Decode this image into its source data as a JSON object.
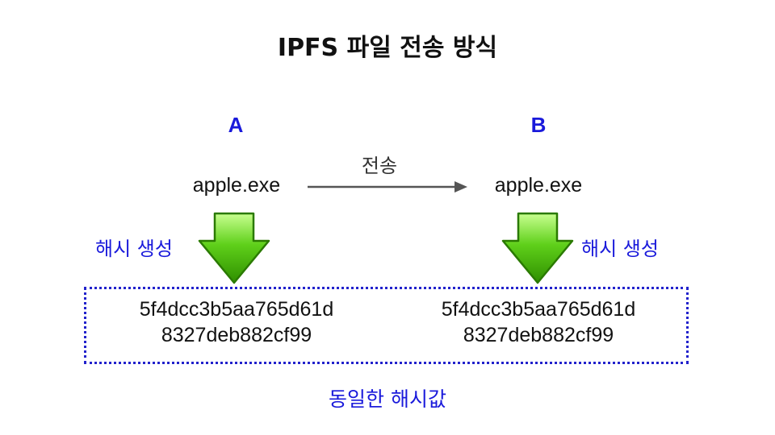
{
  "title": "IPFS 파일 전송 방식",
  "node_a": {
    "label": "A",
    "file": "apple.exe",
    "hash_label": "해시 생성",
    "hash_line1": "5f4dcc3b5aa765d61d",
    "hash_line2": "8327deb882cf99"
  },
  "node_b": {
    "label": "B",
    "file": "apple.exe",
    "hash_label": "해시 생성",
    "hash_line1": "5f4dcc3b5aa765d61d",
    "hash_line2": "8327deb882cf99"
  },
  "transfer_label": "전송",
  "same_hash_label": "동일한 해시값",
  "colors": {
    "accent_blue": "#1a1adb",
    "arrow_green": "#33aa00",
    "dotted_border": "#2222cc"
  }
}
